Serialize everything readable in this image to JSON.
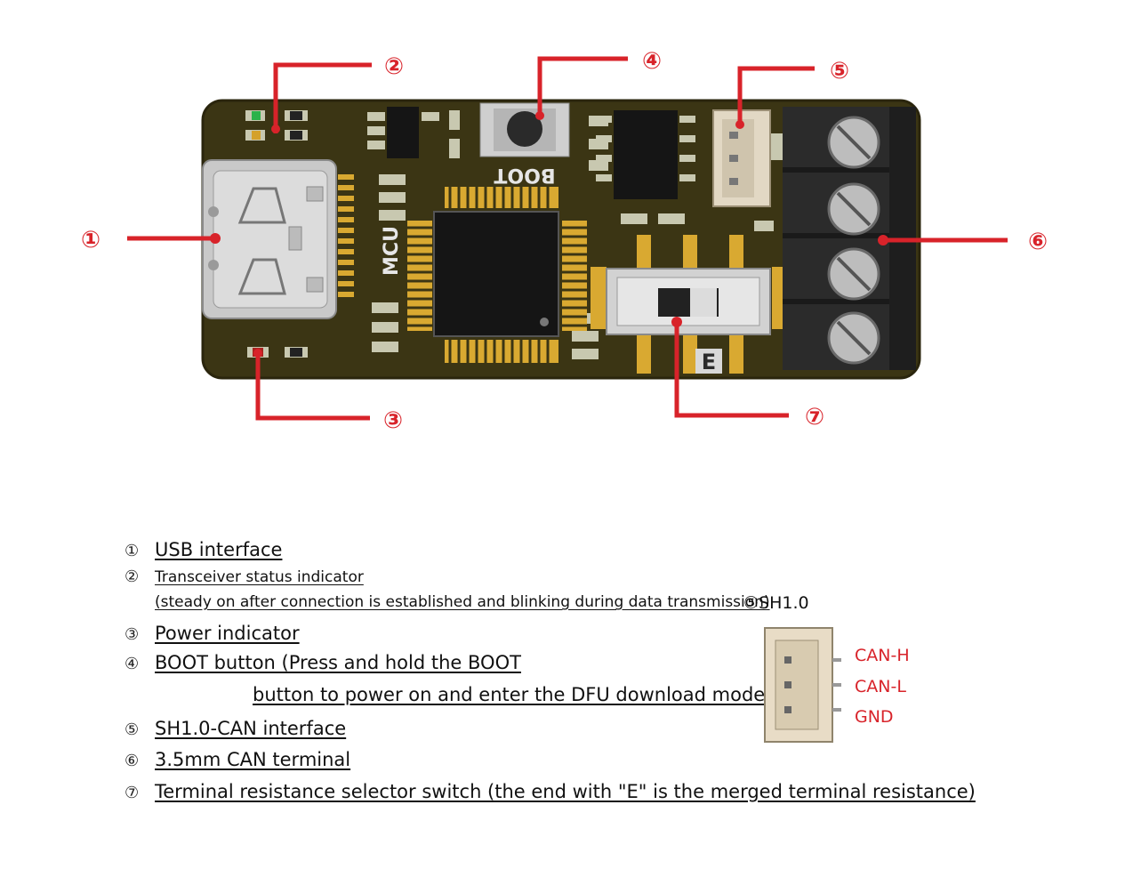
{
  "callouts": [
    "①",
    "②",
    "③",
    "④",
    "⑤",
    "⑥",
    "⑦"
  ],
  "board": {
    "boot_silk": "BOOT",
    "mcu_silk": "MCU",
    "e_silk": "E"
  },
  "legend": {
    "items": [
      {
        "num": "①",
        "text": "USB interface"
      },
      {
        "num": "②",
        "text": "Transceiver status indicator "
      },
      {
        "num": "",
        "text": "(steady on after connection is established and blinking during data transmission)"
      },
      {
        "num": "③",
        "text": "Power indicator "
      },
      {
        "num": "④",
        "text": "BOOT button (Press and hold the BOOT"
      },
      {
        "num": "",
        "text": "button to power on and enter the DFU download mode)"
      },
      {
        "num": "⑤",
        "text": "SH1.0-CAN interface"
      },
      {
        "num": "⑥",
        "text": "3.5mm CAN terminal"
      },
      {
        "num": "⑦",
        "text": "Terminal resistance selector switch (the end with \"E\" is the merged terminal resistance)"
      }
    ],
    "connector_title": "⑤SH1.0",
    "pins": [
      "CAN-H",
      "CAN-L",
      "GND"
    ]
  }
}
